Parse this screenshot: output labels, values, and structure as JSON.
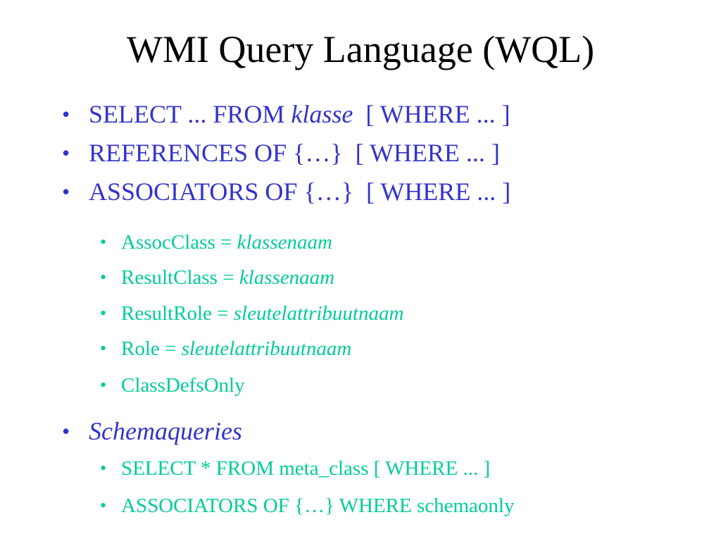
{
  "slide": {
    "title": "WMI Query Language (WQL)",
    "bullet_glyph": "•",
    "colors": {
      "title": "#000000",
      "level1": "#3333cc",
      "level2": "#00cc99"
    },
    "items": [
      {
        "level": 1,
        "parts": [
          {
            "text": "SELECT ... FROM "
          },
          {
            "text": "klasse",
            "italic": true
          },
          {
            "text": "  [ WHERE ... ]"
          }
        ]
      },
      {
        "level": 1,
        "parts": [
          {
            "text": "REFERENCES OF {…}  [ WHERE ... ]"
          }
        ]
      },
      {
        "level": 1,
        "parts": [
          {
            "text": "ASSOCIATORS OF {…}  [ WHERE ... ]"
          }
        ]
      },
      {
        "level": 2,
        "parts": [
          {
            "text": "AssocClass = "
          },
          {
            "text": "klassenaam",
            "italic": true
          }
        ]
      },
      {
        "level": 2,
        "parts": [
          {
            "text": "ResultClass = "
          },
          {
            "text": "klassenaam",
            "italic": true
          }
        ]
      },
      {
        "level": 2,
        "parts": [
          {
            "text": "ResultRole = "
          },
          {
            "text": "sleutelattribuutnaam",
            "italic": true
          }
        ]
      },
      {
        "level": 2,
        "parts": [
          {
            "text": "Role = "
          },
          {
            "text": "sleutelattribuutnaam",
            "italic": true
          }
        ]
      },
      {
        "level": 2,
        "parts": [
          {
            "text": "ClassDefsOnly"
          }
        ]
      },
      {
        "level": 1,
        "parts": [
          {
            "text": "Schemaqueries",
            "italic": true
          }
        ]
      },
      {
        "level": 2,
        "parts": [
          {
            "text": "SELECT * FROM meta_class [ WHERE ... ]"
          }
        ]
      },
      {
        "level": 2,
        "parts": [
          {
            "text": "ASSOCIATORS OF {…} WHERE schemaonly"
          }
        ]
      }
    ]
  }
}
